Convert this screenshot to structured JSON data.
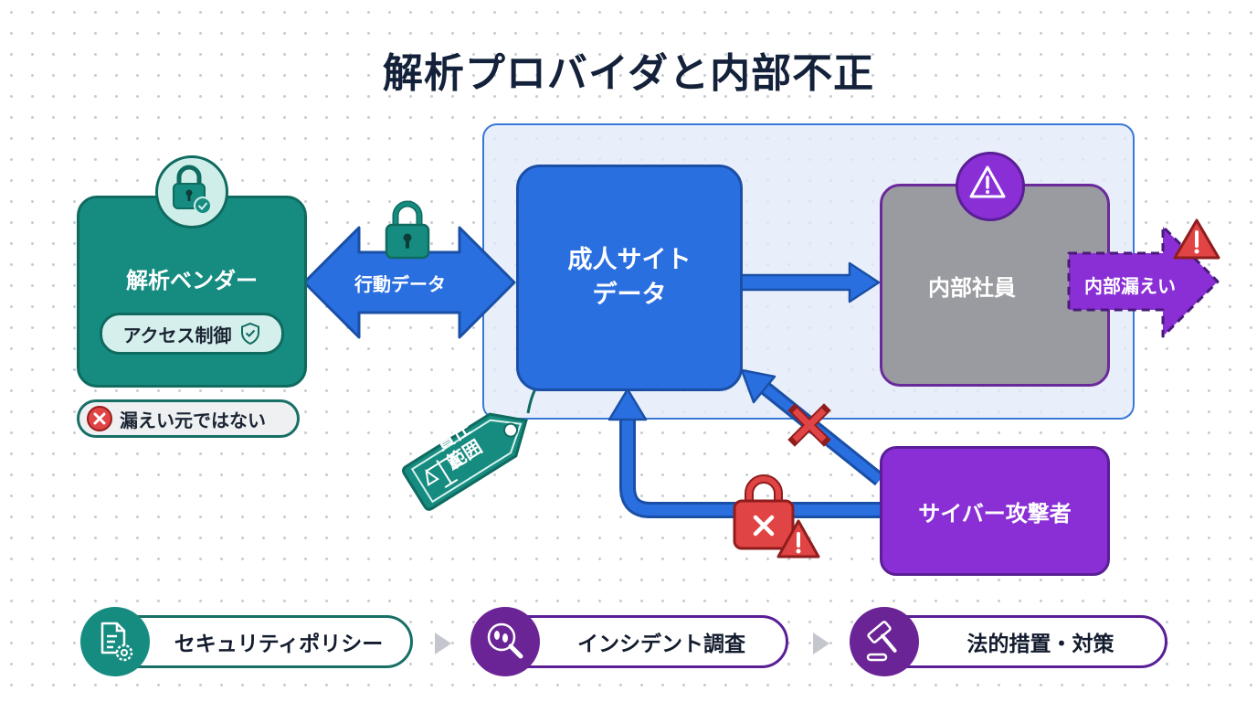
{
  "title": "解析プロバイダと内部不正",
  "colors": {
    "teal": "#168c80",
    "blue": "#2a6fe0",
    "purple": "#8a2fd6",
    "gray": "#9a9ba0",
    "red": "#e04444",
    "zone_bg": "#e1eafa"
  },
  "vendor": {
    "title": "解析ベンダー",
    "access_label": "アクセス制御",
    "badge_icon": "lock-check-icon",
    "access_icon": "shield-check-icon"
  },
  "not_source": {
    "label": "漏えい元ではない",
    "icon": "x-circle-icon"
  },
  "behavior_arrow": {
    "label": "行動データ",
    "icon": "lock-icon"
  },
  "site_data": {
    "line1": "成人サイト",
    "line2": "データ"
  },
  "responsibility_tag": {
    "line1": "責任",
    "line2": "範囲",
    "icon": "scales-icon"
  },
  "employee": {
    "title": "内部社員",
    "badge_icon": "warning-icon"
  },
  "internal_leak": {
    "label": "内部漏えい",
    "icon": "warning-icon"
  },
  "attacker": {
    "title": "サイバー攻撃者",
    "blocked_icon": "x-mark-icon",
    "lock_icon": "lock-x-icon"
  },
  "steps": [
    {
      "label": "セキュリティポリシー",
      "icon": "document-gear-icon"
    },
    {
      "label": "インシデント調査",
      "icon": "footprint-search-icon"
    },
    {
      "label": "法的措置・対策",
      "icon": "gavel-icon"
    }
  ]
}
